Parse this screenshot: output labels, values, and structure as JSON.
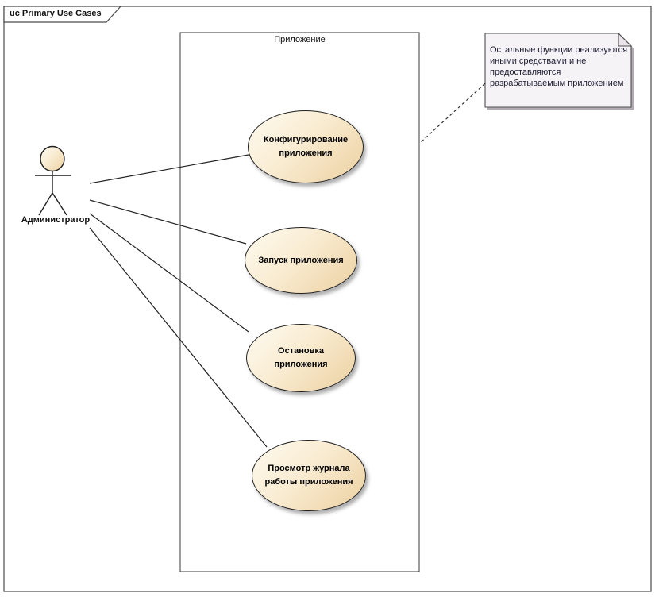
{
  "frame": {
    "title": "uc Primary Use Cases"
  },
  "system_boundary": {
    "label": "Приложение"
  },
  "actor": {
    "label": "Администратор"
  },
  "use_cases": [
    {
      "id": "configure-application",
      "lines": [
        "Конфигурирование",
        "приложения"
      ]
    },
    {
      "id": "start-application",
      "lines": [
        "Запуск приложения"
      ]
    },
    {
      "id": "stop-application",
      "lines": [
        "Остановка",
        "приложения"
      ]
    },
    {
      "id": "view-application-log",
      "lines": [
        "Просмотр журнала",
        "работы приложения"
      ]
    }
  ],
  "note": {
    "lines": [
      "Остальные функции реализуются",
      "иными средствами и не",
      "предоставляются",
      "разрабатываемым приложением"
    ]
  },
  "colors": {
    "usecase_fill_light": "#fefaf0",
    "usecase_fill_dark": "#ecd0a0",
    "usecase_stroke": "#1f1f1f",
    "note_fill": "#f6f3f7",
    "note_fold": "#eae4ea",
    "note_shadow": "#b3abb3",
    "frame_stroke": "#4a4a4a",
    "connector_stroke": "#222222"
  }
}
